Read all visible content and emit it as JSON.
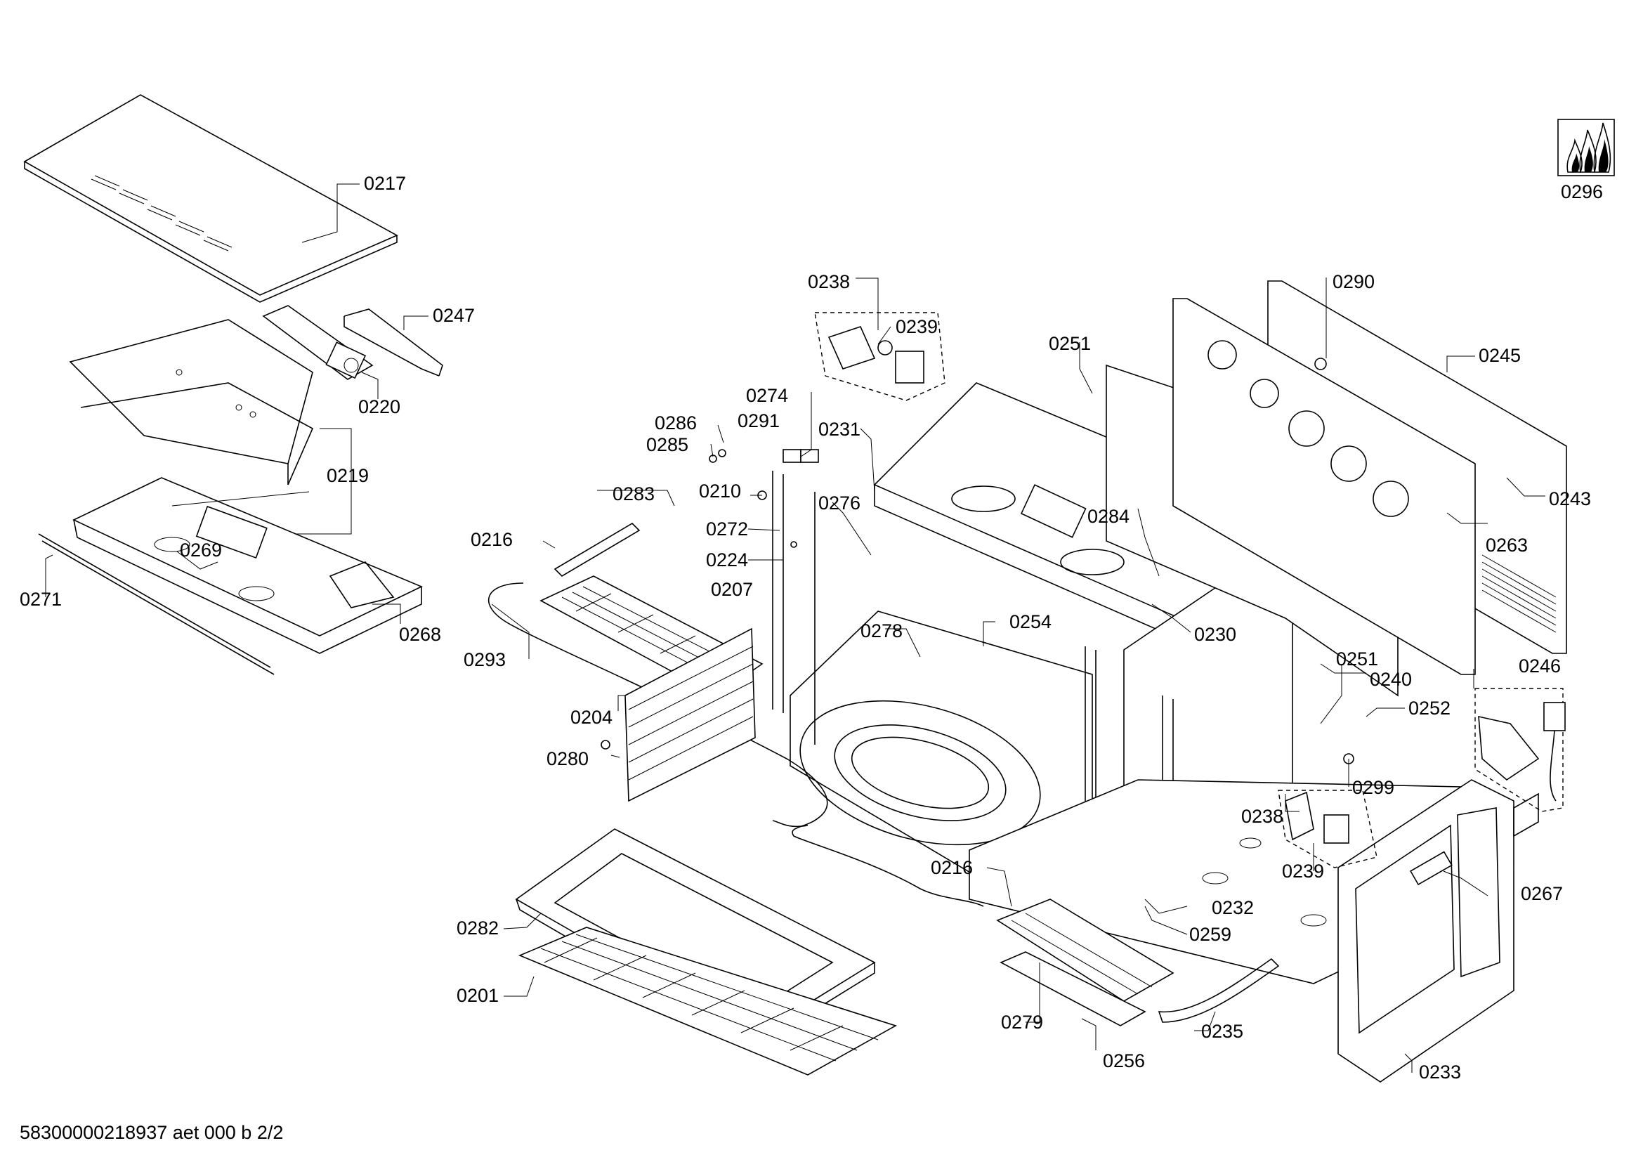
{
  "diagram": {
    "footer": "58300000218937 aet 000 b 2/2",
    "labels": [
      "0217",
      "0247",
      "0220",
      "0219",
      "0269",
      "0271",
      "0268",
      "0296",
      "0238",
      "0239",
      "0251",
      "0290",
      "0245",
      "0274",
      "0286",
      "0291",
      "0285",
      "0231",
      "0210",
      "0276",
      "0272",
      "0224",
      "0207",
      "0284",
      "0243",
      "0263",
      "0216",
      "0283",
      "0293",
      "0204",
      "0280",
      "0278",
      "0254",
      "0230",
      "0240",
      "0251",
      "0252",
      "0246",
      "0299",
      "0238",
      "0239",
      "0267",
      "0216",
      "0232",
      "0259",
      "0282",
      "0201",
      "0279",
      "0256",
      "0235",
      "0233"
    ]
  },
  "icons": [
    "gas-flames-icon"
  ]
}
